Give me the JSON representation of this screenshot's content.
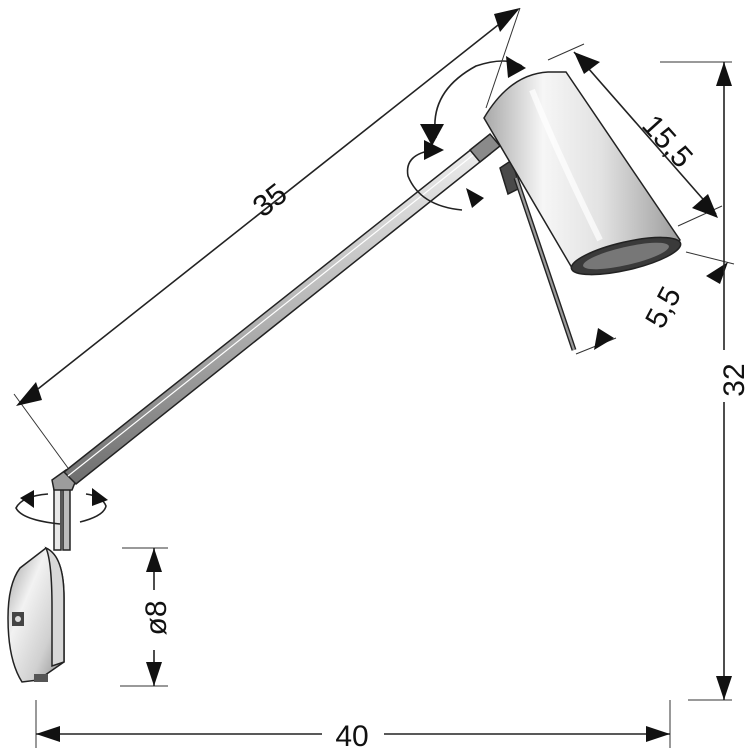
{
  "dimensions": {
    "arm_length": "35",
    "shade_length": "15,5",
    "shade_diameter": "5,5",
    "height": "32",
    "width": "40",
    "base_diameter": "ø8"
  },
  "colors": {
    "line": "#222222",
    "metal_light": "#f4f4f4",
    "metal_mid": "#c8c8c8",
    "metal_dark": "#7a7a7a"
  }
}
